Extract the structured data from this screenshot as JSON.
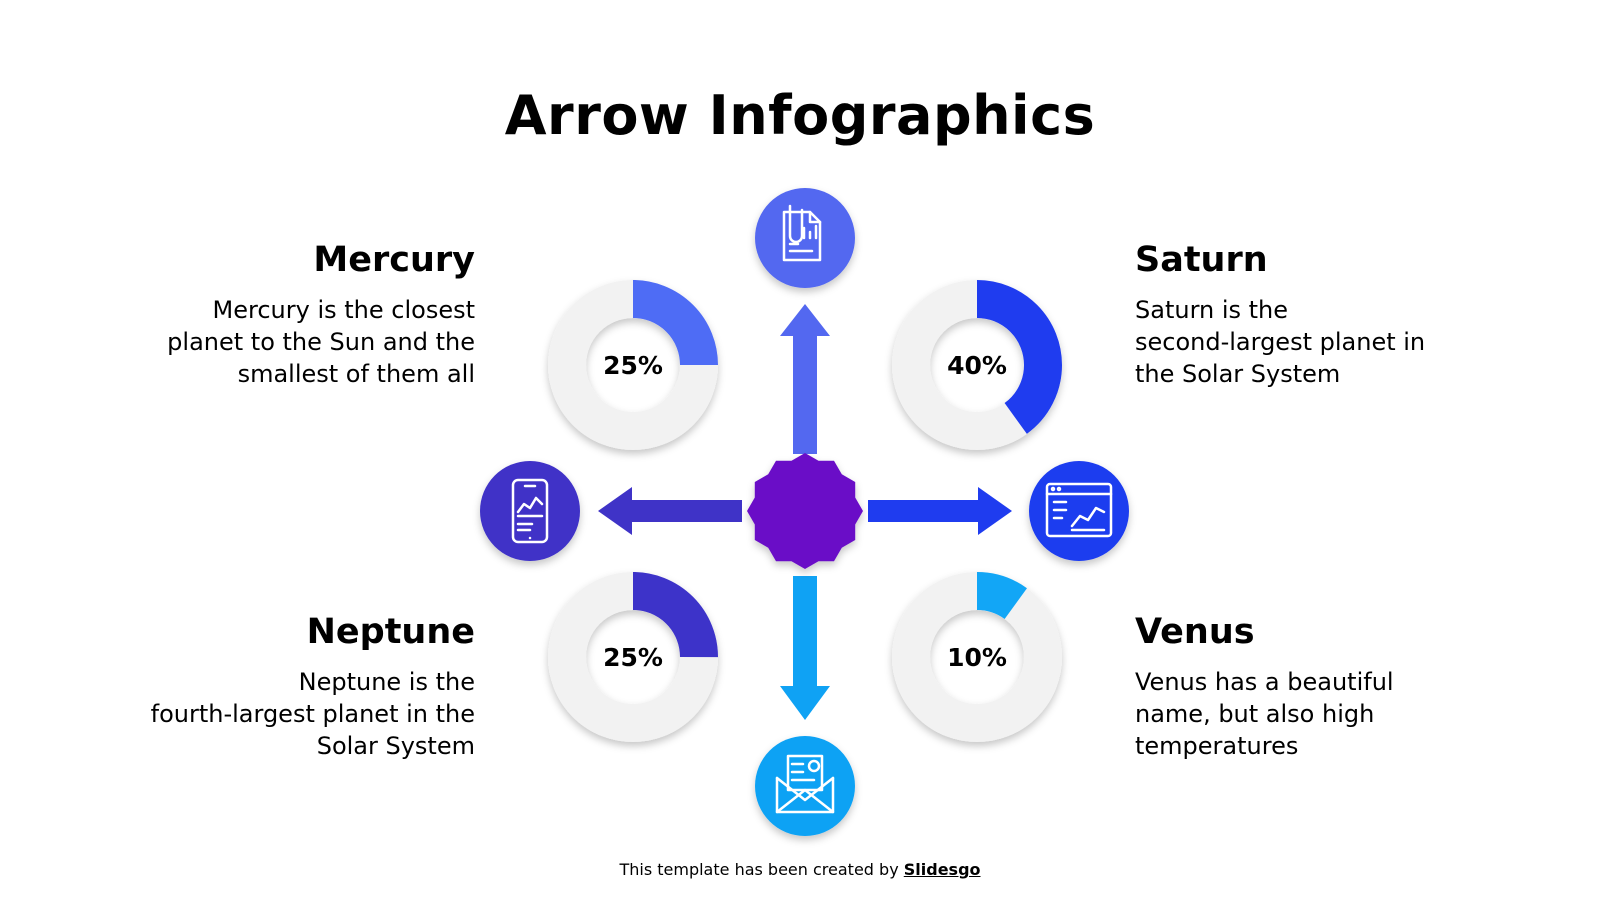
{
  "title": "Arrow Infographics",
  "footer": {
    "prefix": "This template has been created by",
    "brand": "Slidesgo"
  },
  "colors": {
    "top": "#5368f0",
    "left": "#3f33c7",
    "right": "#1f3cef",
    "bottom": "#0fa2f4",
    "center": "#6a0fc7",
    "track": "#f2f2f2"
  },
  "items": [
    {
      "name": "Mercury",
      "text": [
        "Mercury is the closest",
        "planet to the Sun and the",
        "smallest of them all"
      ],
      "percent": 25,
      "label": "25%",
      "color": "#4e6cf5"
    },
    {
      "name": "Saturn",
      "text": [
        "Saturn is the",
        "second-largest planet in",
        "the Solar System"
      ],
      "percent": 40,
      "label": "40%",
      "color": "#1f3cef"
    },
    {
      "name": "Neptune",
      "text": [
        "Neptune is the",
        "fourth-largest planet in the",
        "Solar System"
      ],
      "percent": 25,
      "label": "25%",
      "color": "#3d33c9"
    },
    {
      "name": "Venus",
      "text": [
        "Venus has a beautiful",
        "name, but also high",
        "temperatures"
      ],
      "percent": 10,
      "label": "10%",
      "color": "#12a6f6"
    }
  ],
  "icons": [
    {
      "name": "document-report-icon"
    },
    {
      "name": "mobile-analytics-icon"
    },
    {
      "name": "browser-dashboard-icon"
    },
    {
      "name": "email-invoice-icon"
    }
  ]
}
